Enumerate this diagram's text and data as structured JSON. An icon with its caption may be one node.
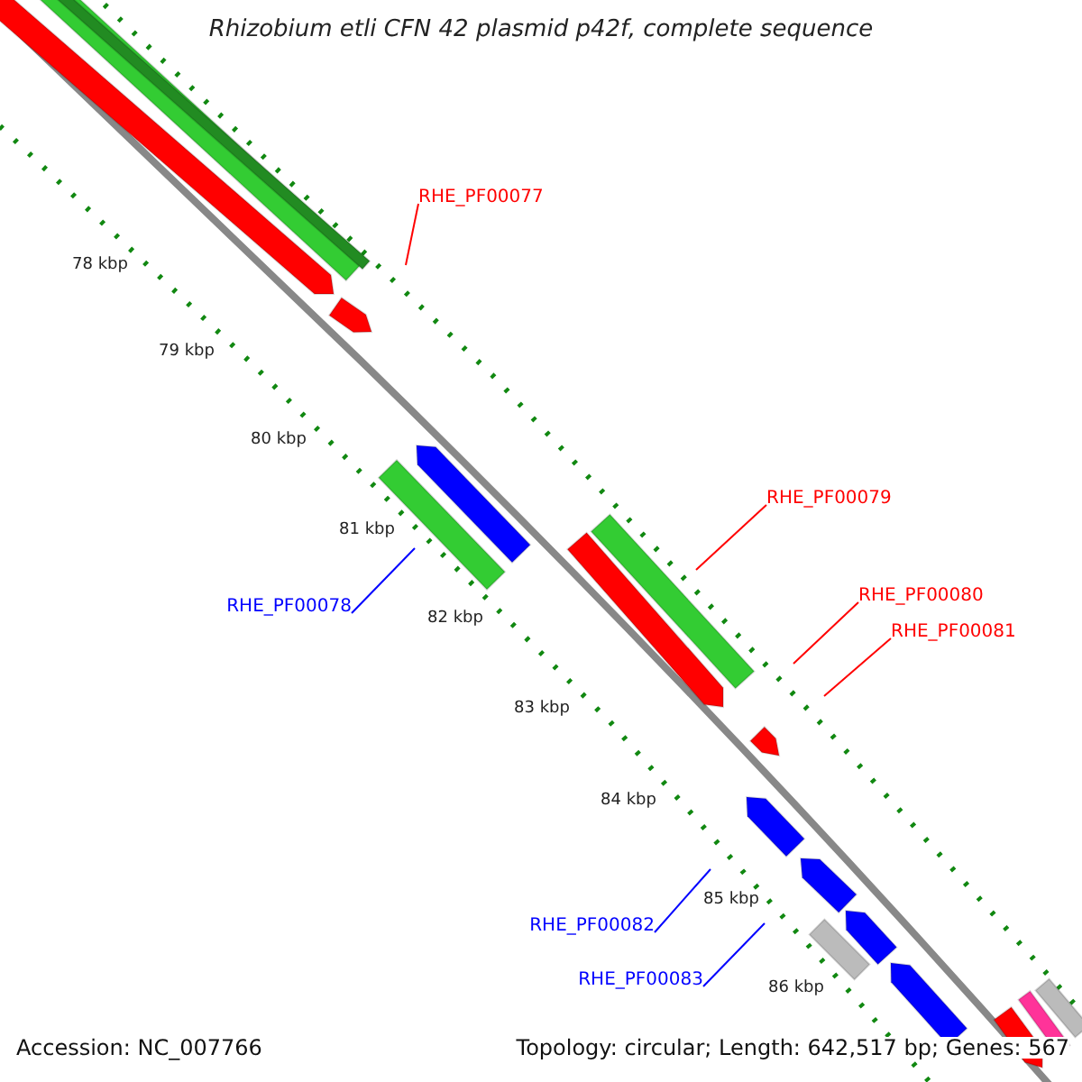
{
  "diagram": {
    "title": "Rhizobium etli CFN 42 plasmid p42f, complete sequence",
    "nodes": [
      {
        "text": [
          "RHE_PF00077"
        ]
      },
      {
        "text": [
          "RHE_PF00079"
        ]
      },
      {
        "text": [
          "RHE_PF00080"
        ]
      },
      {
        "text": [
          "RHE_PF00078"
        ]
      },
      {
        "text": [
          "RHE_PF00081"
        ]
      },
      {
        "text": [
          "RHE_PF00082"
        ]
      },
      {
        "text": [
          "RHE_PF00083"
        ]
      }
    ],
    "edges": [
      {
        "from": 0,
        "to": null,
        "arrow": "none"
      },
      {
        "from": 1,
        "to": null,
        "arrow": "none"
      },
      {
        "from": 2,
        "to": null,
        "arrow": "none"
      },
      {
        "from": 3,
        "to": null,
        "arrow": "none",
        "color": "#0000ff"
      },
      {
        "from": 4,
        "to": null,
        "arrow": "none"
      },
      {
        "from": 5,
        "to": null,
        "arrow": "none",
        "color": "#0000ff"
      },
      {
        "from": 6,
        "to": null,
        "arrow": "none",
        "color": "#0000ff"
      }
    ],
    "labels": [
      "78 kbp",
      "79 kbp",
      "80 kbp",
      "81 kbp",
      "82 kbp",
      "83 kbp",
      "84 kbp",
      "85 kbp",
      "86 kbp",
      "Accession: NC_007766",
      "Topology: circular; Length: 642,517 bp; Genes: 567"
    ]
  }
}
